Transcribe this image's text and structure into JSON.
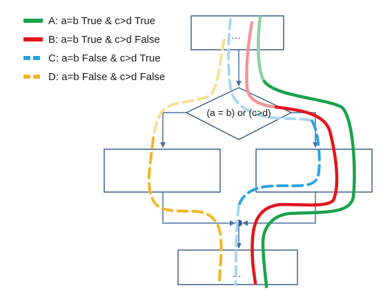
{
  "legend": {
    "items": [
      {
        "key": "A",
        "label": "A: a=b True & c>d True",
        "color": "#1aa34a",
        "dashed": false
      },
      {
        "key": "B",
        "label": "B: a=b True & c>d False",
        "color": "#e3151c",
        "dashed": false
      },
      {
        "key": "C",
        "label": "C: a=b False & c>d True",
        "color": "#2aa3e0",
        "dashed": true
      },
      {
        "key": "D",
        "label": "D: a=b False & c>d False",
        "color": "#f4b524",
        "dashed": true
      }
    ]
  },
  "flowchart": {
    "top_box_text": "…",
    "decision_text": "(a = b) or (c>d)",
    "bottom_box_text": "…",
    "box_stroke": "#3b5e8c",
    "arrow_color": "#4a6fa0"
  },
  "paths": {
    "A": {
      "color": "#1aa34a",
      "faded_color": "#8fd1a4"
    },
    "B": {
      "color": "#e3151c",
      "faded_color": "#f1959a"
    },
    "C": {
      "color": "#2aa3e0",
      "faded_color": "#a6d8f3"
    },
    "D": {
      "color": "#f4b524",
      "faded_color": "#f8df95"
    }
  }
}
